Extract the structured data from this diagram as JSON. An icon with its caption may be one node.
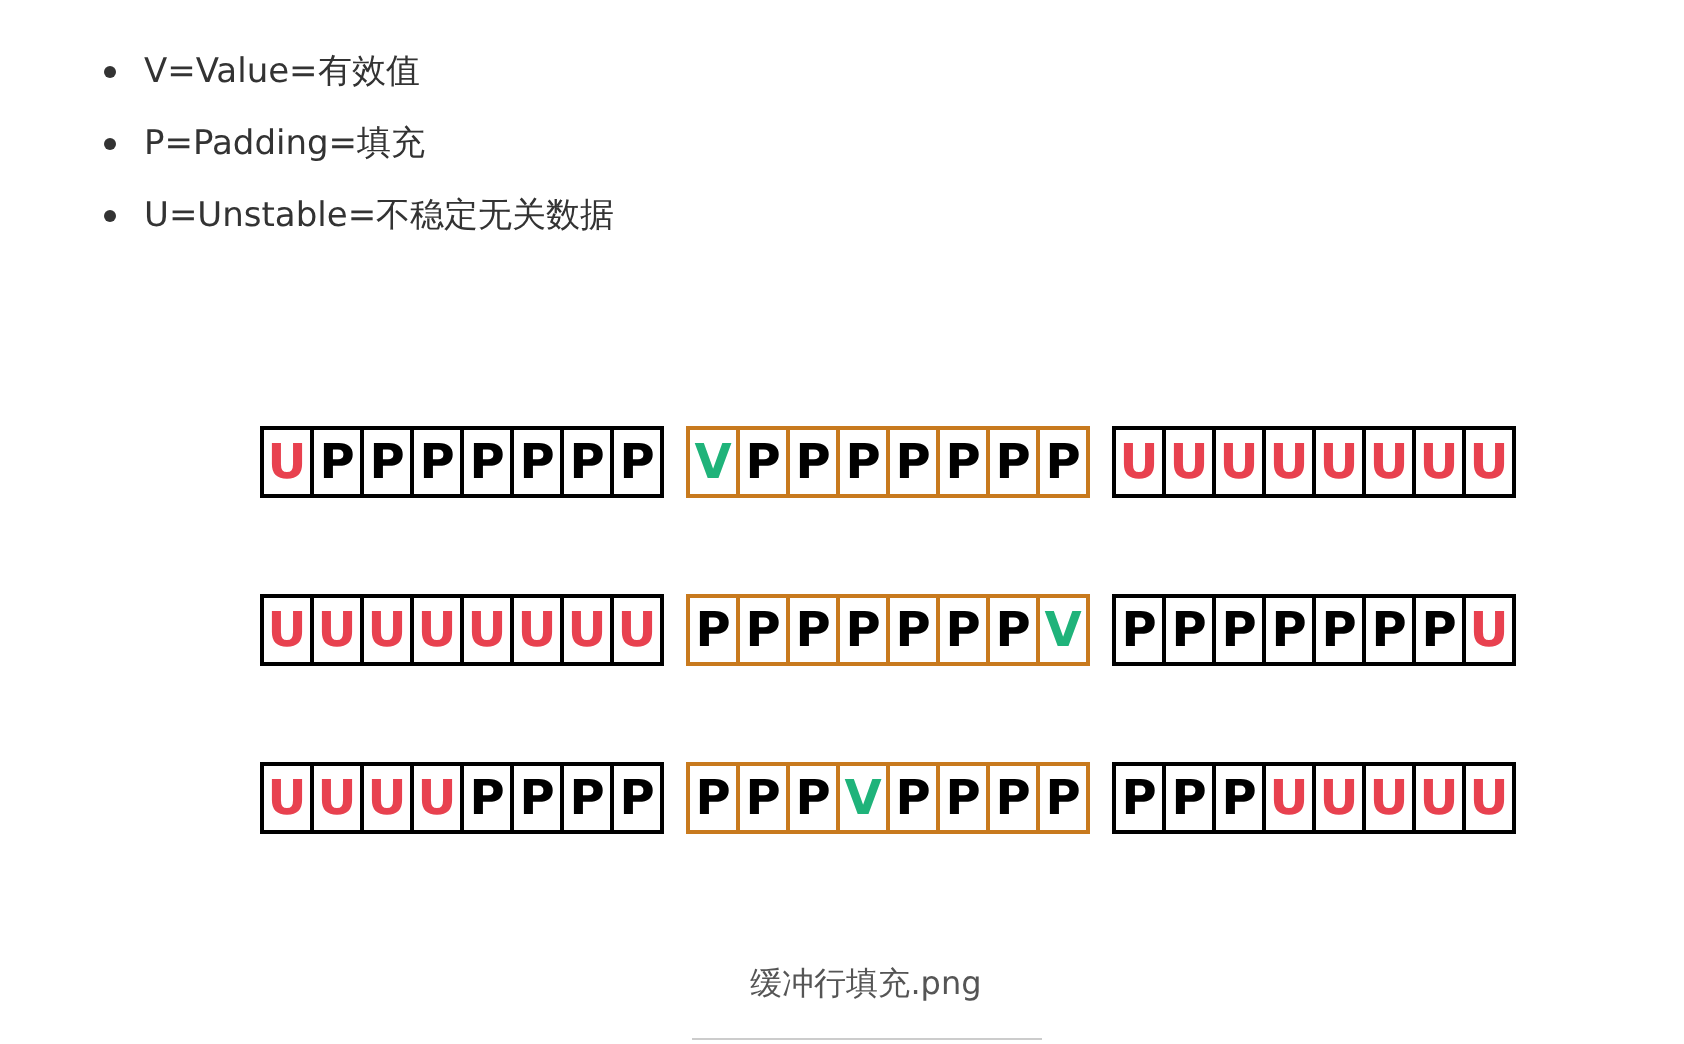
{
  "diagram": {
    "caption": "缓冲行填充.png",
    "labels": [
      "V=Value=有效值",
      "P=Padding=填充",
      "U=Unstable=不稳定无关数据"
    ],
    "nodes": [
      {
        "text": [],
        "shape": "box"
      },
      {
        "text": [
          "U"
        ],
        "in": 0
      },
      {
        "text": [
          "P"
        ],
        "in": 0
      },
      {
        "text": [
          "P"
        ],
        "in": 0
      },
      {
        "text": [
          "P"
        ],
        "in": 0
      },
      {
        "text": [
          "P"
        ],
        "in": 0
      },
      {
        "text": [
          "P"
        ],
        "in": 0
      },
      {
        "text": [
          "P"
        ],
        "in": 0
      },
      {
        "text": [
          "P"
        ],
        "in": 0
      },
      {
        "text": [],
        "shape": "box"
      },
      {
        "text": [
          "V"
        ],
        "in": 9
      },
      {
        "text": [
          "P"
        ],
        "in": 9
      },
      {
        "text": [
          "P"
        ],
        "in": 9
      },
      {
        "text": [
          "P"
        ],
        "in": 9
      },
      {
        "text": [
          "P"
        ],
        "in": 9
      },
      {
        "text": [
          "P"
        ],
        "in": 9
      },
      {
        "text": [
          "P"
        ],
        "in": 9
      },
      {
        "text": [
          "P"
        ],
        "in": 9
      },
      {
        "text": [],
        "shape": "box"
      },
      {
        "text": [
          "U"
        ],
        "in": 18
      },
      {
        "text": [
          "U"
        ],
        "in": 18
      },
      {
        "text": [
          "U"
        ],
        "in": 18
      },
      {
        "text": [
          "U"
        ],
        "in": 18
      },
      {
        "text": [
          "U"
        ],
        "in": 18
      },
      {
        "text": [
          "U"
        ],
        "in": 18
      },
      {
        "text": [
          "U"
        ],
        "in": 18
      },
      {
        "text": [
          "U"
        ],
        "in": 18
      },
      {
        "text": [],
        "shape": "box"
      },
      {
        "text": [
          "U"
        ],
        "in": 27
      },
      {
        "text": [
          "U"
        ],
        "in": 27
      },
      {
        "text": [
          "U"
        ],
        "in": 27
      },
      {
        "text": [
          "U"
        ],
        "in": 27
      },
      {
        "text": [
          "U"
        ],
        "in": 27
      },
      {
        "text": [
          "U"
        ],
        "in": 27
      },
      {
        "text": [
          "U"
        ],
        "in": 27
      },
      {
        "text": [
          "U"
        ],
        "in": 27
      },
      {
        "text": [],
        "shape": "box"
      },
      {
        "text": [
          "P"
        ],
        "in": 36
      },
      {
        "text": [
          "P"
        ],
        "in": 36
      },
      {
        "text": [
          "P"
        ],
        "in": 36
      },
      {
        "text": [
          "P"
        ],
        "in": 36
      },
      {
        "text": [
          "P"
        ],
        "in": 36
      },
      {
        "text": [
          "P"
        ],
        "in": 36
      },
      {
        "text": [
          "P"
        ],
        "in": 36
      },
      {
        "text": [
          "V"
        ],
        "in": 36
      },
      {
        "text": [],
        "shape": "box"
      },
      {
        "text": [
          "P"
        ],
        "in": 45
      },
      {
        "text": [
          "P"
        ],
        "in": 45
      },
      {
        "text": [
          "P"
        ],
        "in": 45
      },
      {
        "text": [
          "P"
        ],
        "in": 45
      },
      {
        "text": [
          "P"
        ],
        "in": 45
      },
      {
        "text": [
          "P"
        ],
        "in": 45
      },
      {
        "text": [
          "P"
        ],
        "in": 45
      },
      {
        "text": [
          "U"
        ],
        "in": 45
      },
      {
        "text": [],
        "shape": "box"
      },
      {
        "text": [
          "U"
        ],
        "in": 54
      },
      {
        "text": [
          "U"
        ],
        "in": 54
      },
      {
        "text": [
          "U"
        ],
        "in": 54
      },
      {
        "text": [
          "U"
        ],
        "in": 54
      },
      {
        "text": [
          "P"
        ],
        "in": 54
      },
      {
        "text": [
          "P"
        ],
        "in": 54
      },
      {
        "text": [
          "P"
        ],
        "in": 54
      },
      {
        "text": [
          "P"
        ],
        "in": 54
      },
      {
        "text": [],
        "shape": "box"
      },
      {
        "text": [
          "P"
        ],
        "in": 63
      },
      {
        "text": [
          "P"
        ],
        "in": 63
      },
      {
        "text": [
          "P"
        ],
        "in": 63
      },
      {
        "text": [
          "V"
        ],
        "in": 63
      },
      {
        "text": [
          "P"
        ],
        "in": 63
      },
      {
        "text": [
          "P"
        ],
        "in": 63
      },
      {
        "text": [
          "P"
        ],
        "in": 63
      },
      {
        "text": [
          "P"
        ],
        "in": 63
      },
      {
        "text": [],
        "shape": "box"
      },
      {
        "text": [
          "P"
        ],
        "in": 72
      },
      {
        "text": [
          "P"
        ],
        "in": 72
      },
      {
        "text": [
          "P"
        ],
        "in": 72
      },
      {
        "text": [
          "U"
        ],
        "in": 72
      },
      {
        "text": [
          "U"
        ],
        "in": 72
      },
      {
        "text": [
          "U"
        ],
        "in": 72
      },
      {
        "text": [
          "U"
        ],
        "in": 72
      },
      {
        "text": [
          "U"
        ],
        "in": 72
      }
    ]
  }
}
